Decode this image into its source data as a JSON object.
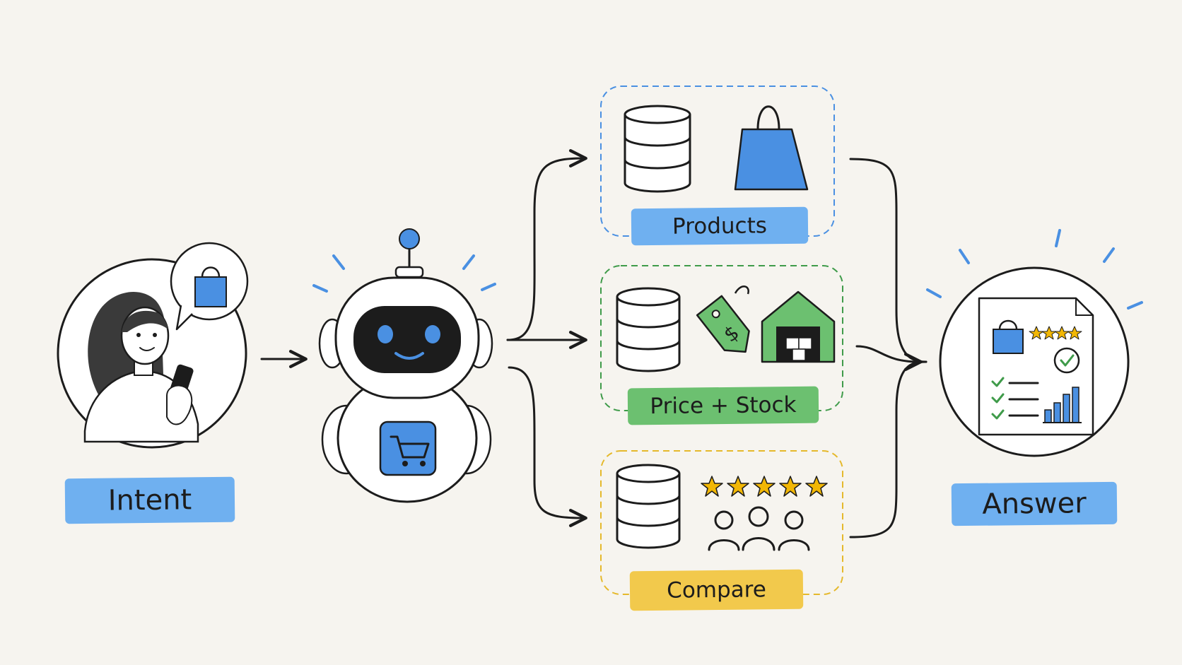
{
  "labels": {
    "intent": "Intent",
    "products": "Products",
    "price_stock": "Price + Stock",
    "compare": "Compare",
    "answer": "Answer"
  },
  "colors": {
    "background": "#f6f4ef",
    "ink": "#1c1c1c",
    "blue": "#4a90e2",
    "blue_light": "#6fb0f0",
    "green": "#6cc070",
    "green_dark": "#3f9b4a",
    "yellow": "#f2c94c",
    "star": "#f2b705"
  },
  "icons": {
    "user": "woman-with-phone-icon",
    "bubble": "shopping-bag-speech-bubble-icon",
    "agent": "robot-with-cart-icon",
    "products_db": "database-icon",
    "products_item": "shopping-bag-icon",
    "price_db": "database-icon",
    "price_tag": "price-tag-dollar-icon",
    "warehouse": "warehouse-icon",
    "compare_db": "database-icon",
    "ratings": "five-stars-icon",
    "users": "people-group-icon",
    "report": "report-document-icon"
  }
}
